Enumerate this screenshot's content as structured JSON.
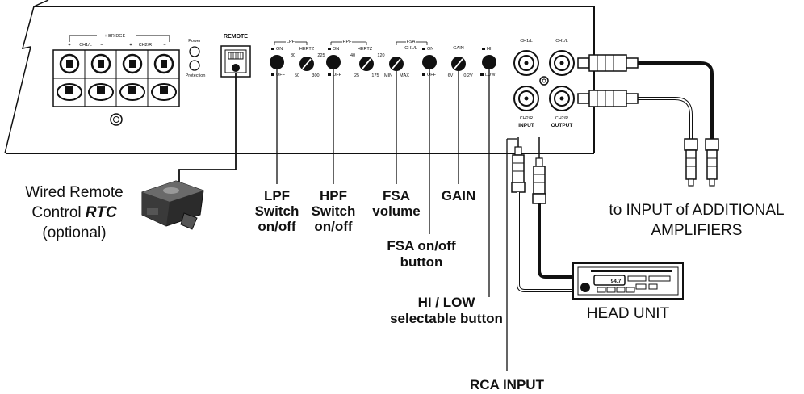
{
  "panel": {
    "bridge_label": "+ BRIDGE -",
    "term_ch1": "CH1/L",
    "term_ch2": "CH2/R",
    "plus_sign": "+",
    "minus_sign": "−",
    "power": "Power",
    "protection": "Protection",
    "remote": "REMOTE",
    "lpf": {
      "title": "LPF",
      "on": "ON",
      "off": "OFF",
      "hertz": "HERTZ",
      "v1": "80",
      "v2": "225",
      "v3": "50",
      "v4": "300"
    },
    "hpf": {
      "title": "HPF",
      "on": "ON",
      "off": "OFF",
      "hertz": "HERTZ",
      "v1": "40",
      "v2": "120",
      "v3": "25",
      "v4": "175"
    },
    "fsa": {
      "title": "FSA",
      "ch": "CH1/L",
      "on": "ON",
      "off": "OFF",
      "min": "MIN",
      "max": "MAX"
    },
    "gain": {
      "title": "GAIN",
      "v1": "6V",
      "v2": "0.2V"
    },
    "hilo": {
      "hi": "HI",
      "low": "LOW"
    },
    "rca_ch1_in": "CH1/L",
    "rca_ch1_out": "CH1/L",
    "rca_ch2_in": "CH2/R",
    "rca_ch2_out": "CH2/R",
    "input": "INPUT",
    "output": "OUTPUT"
  },
  "labels": {
    "remote_l1": "Wired Remote",
    "remote_l2a": "Control ",
    "remote_l2b": "RTC",
    "remote_l3": "(optional)",
    "lpf_l1": "LPF",
    "lpf_l2": "Switch",
    "lpf_l3": "on/off",
    "hpf_l1": "HPF",
    "hpf_l2": "Switch",
    "hpf_l3": "on/off",
    "fsa_l1": "FSA",
    "fsa_l2": "volume",
    "gain": "GAIN",
    "fsa_btn_l1": "FSA on/off",
    "fsa_btn_l2": "button",
    "hilo_l1": "HI / LOW",
    "hilo_l2": "selectable button",
    "rca_input": "RCA INPUT",
    "amps_l1": "to INPUT of ADDITIONAL",
    "amps_l2": "AMPLIFIERS",
    "head_unit": "HEAD UNIT",
    "radio_display": "94.7"
  }
}
